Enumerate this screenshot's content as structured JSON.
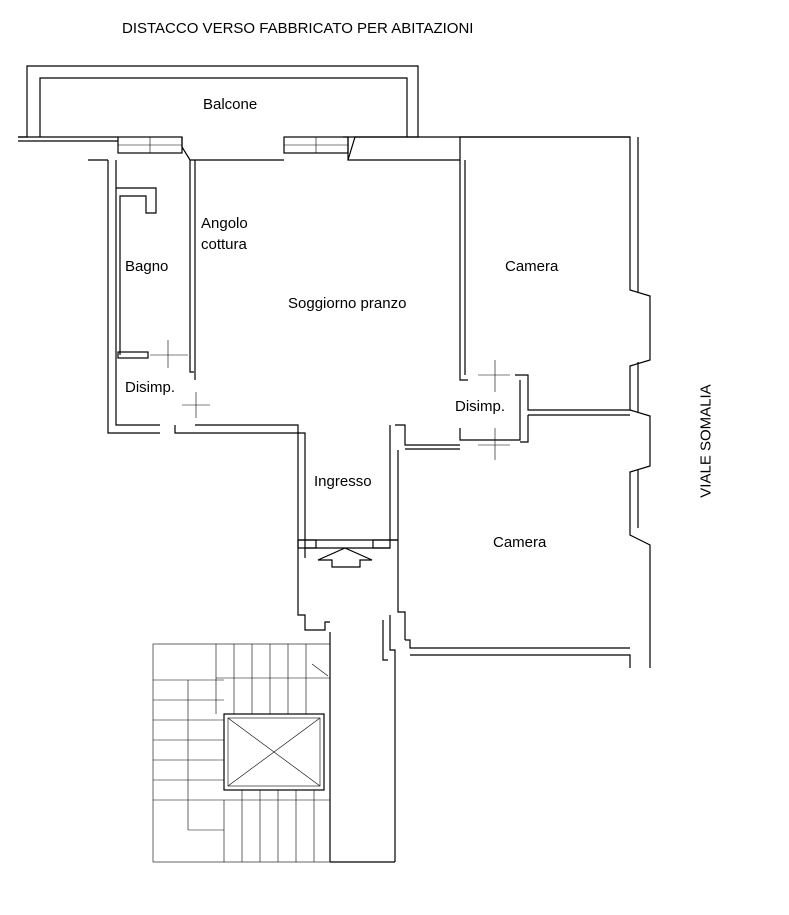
{
  "header": {
    "title": "DISTACCO VERSO FABBRICATO PER ABITAZIONI"
  },
  "street": {
    "name": "VIALE SOMALIA"
  },
  "rooms": {
    "balcone": "Balcone",
    "angolo_line1": "Angolo",
    "angolo_line2": "cottura",
    "bagno": "Bagno",
    "soggiorno": "Soggiorno pranzo",
    "camera_top": "Camera",
    "disimp_left": "Disimp.",
    "disimp_right": "Disimp.",
    "ingresso": "Ingresso",
    "camera_bottom": "Camera"
  }
}
